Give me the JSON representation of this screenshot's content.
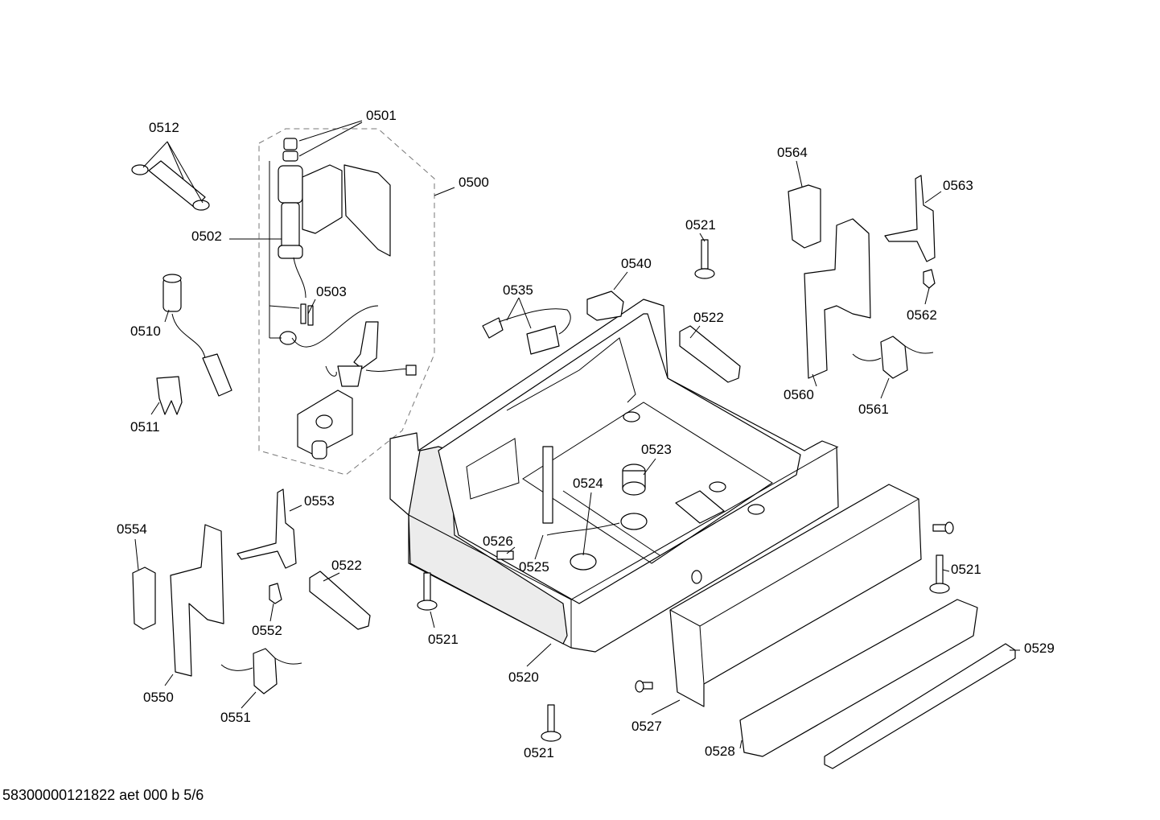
{
  "labels": {
    "l0501": "0501",
    "l0512": "0512",
    "l0500": "0500",
    "l0502": "0502",
    "l0503": "0503",
    "l0510": "0510",
    "l0511": "0511",
    "l0564": "0564",
    "l0563": "0563",
    "l0521a": "0521",
    "l0540": "0540",
    "l0535": "0535",
    "l0522a": "0522",
    "l0562": "0562",
    "l0560": "0560",
    "l0561": "0561",
    "l0523": "0523",
    "l0524": "0524",
    "l0553": "0553",
    "l0554": "0554",
    "l0522b": "0522",
    "l0526": "0526",
    "l0525": "0525",
    "l0521b": "0521",
    "l0521c": "0521",
    "l0552": "0552",
    "l0529": "0529",
    "l0520": "0520",
    "l0550": "0550",
    "l0551": "0551",
    "l0527": "0527",
    "l0528": "0528",
    "l0521d": "0521"
  },
  "footer": "58300000121822 aet 000 b 5/6"
}
